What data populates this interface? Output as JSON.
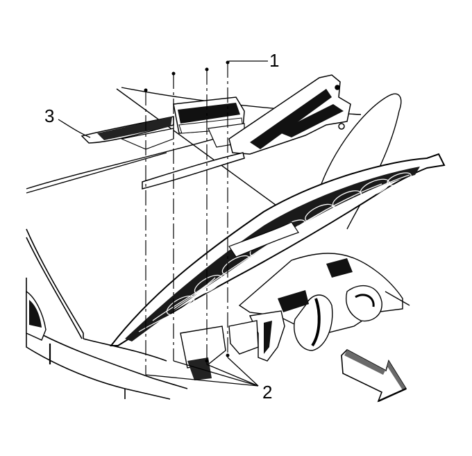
{
  "diagram": {
    "callouts": [
      {
        "id": "1",
        "label": "1"
      },
      {
        "id": "2",
        "label": "2"
      },
      {
        "id": "3",
        "label": "3"
      }
    ],
    "direction_arrow": "front-direction-arrow-icon",
    "colors": {
      "line": "#000000",
      "fill_light": "#ffffff",
      "fill_dark": "#000000",
      "shade": "#9a9a9a"
    }
  }
}
